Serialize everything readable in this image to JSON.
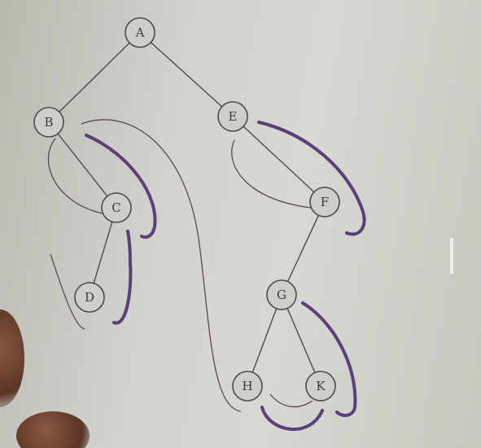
{
  "tree": {
    "nodes": [
      {
        "id": "A",
        "label": "A"
      },
      {
        "id": "B",
        "label": "B"
      },
      {
        "id": "E",
        "label": "E"
      },
      {
        "id": "C",
        "label": "C"
      },
      {
        "id": "D",
        "label": "D"
      },
      {
        "id": "F",
        "label": "F"
      },
      {
        "id": "G",
        "label": "G"
      },
      {
        "id": "H",
        "label": "H"
      },
      {
        "id": "K",
        "label": "K"
      }
    ],
    "edges": [
      [
        "A",
        "B"
      ],
      [
        "A",
        "E"
      ],
      [
        "B",
        "C"
      ],
      [
        "C",
        "D"
      ],
      [
        "E",
        "F"
      ],
      [
        "F",
        "G"
      ],
      [
        "G",
        "H"
      ],
      [
        "G",
        "K"
      ]
    ]
  },
  "colors": {
    "background": "#d3d3cd",
    "ink": "#4b4b48",
    "thread_thin": "#5a4a50",
    "thread_thick": "#5a3f7a"
  }
}
